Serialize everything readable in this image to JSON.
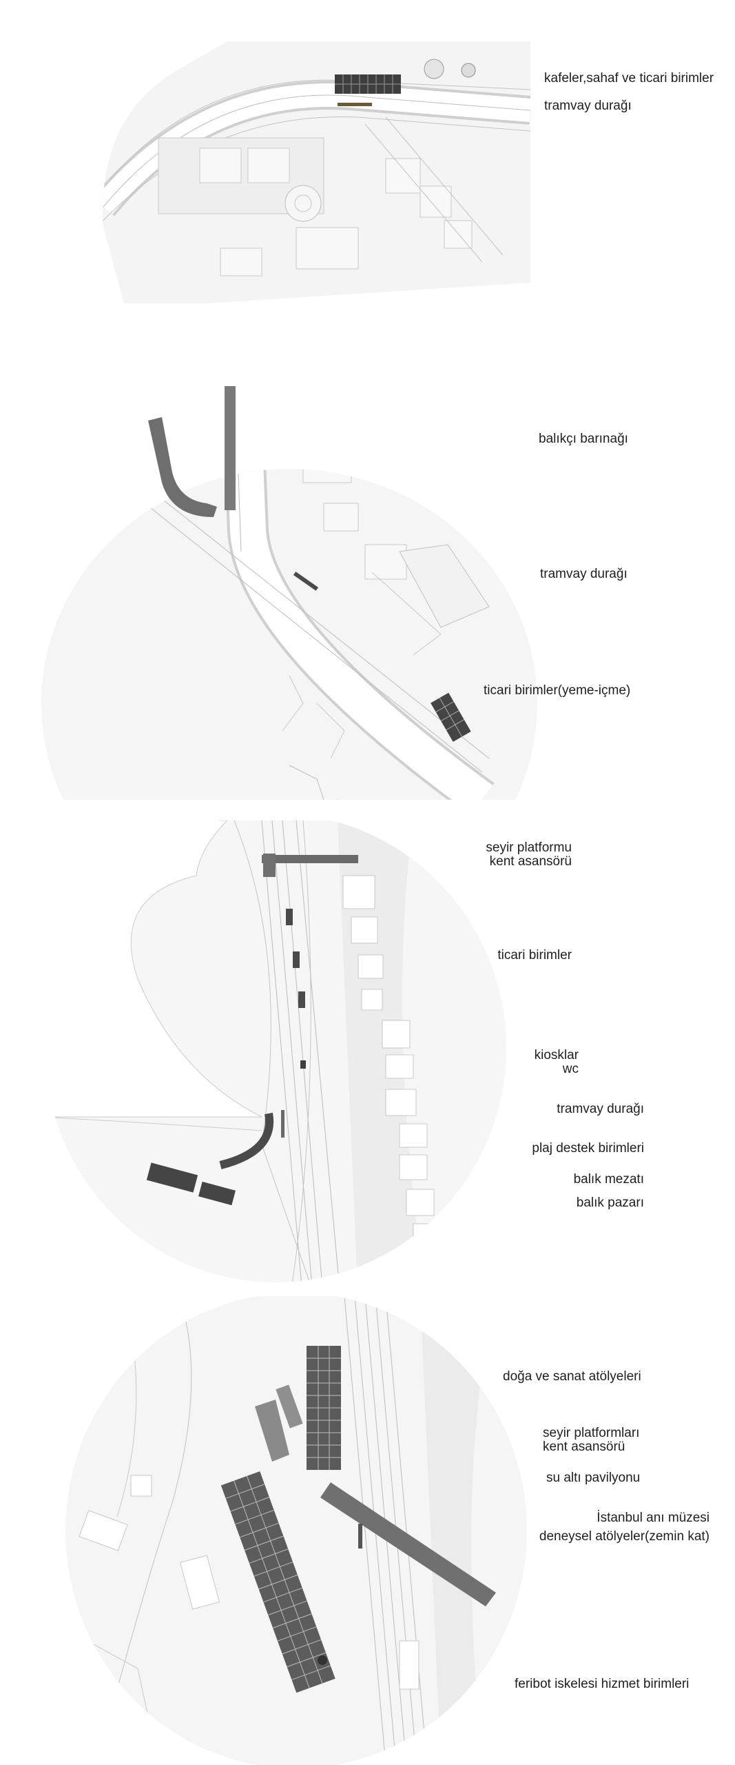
{
  "panels": [
    {
      "labels": [
        "kafeler,sahaf ve ticari birimler",
        "tramvay durağı"
      ]
    },
    {
      "labels": [
        "balıkçı barınağı",
        "tramvay durağı",
        "ticari birimler(yeme-içme)"
      ]
    },
    {
      "labels": [
        "seyir platformu",
        "kent asansörü",
        "ticari birimler",
        "kiosklar",
        "wc",
        "tramvay durağı",
        "plaj destek birimleri",
        "balık mezatı",
        "balık pazarı"
      ]
    },
    {
      "labels": [
        "doğa ve sanat atölyeleri",
        "seyir platformları",
        "kent asansörü",
        "su altı pavilyonu",
        "İstanbul anı müzesi",
        "deneysel atölyeler(zemin kat)",
        "feribot iskelesi hizmet birimleri"
      ]
    }
  ],
  "colors": {
    "ground": "#f2f2f2",
    "line": "#b4b4b4",
    "building": "#f7f7f7",
    "unit": "#4a4a4a",
    "label": "#1e1e1e"
  }
}
